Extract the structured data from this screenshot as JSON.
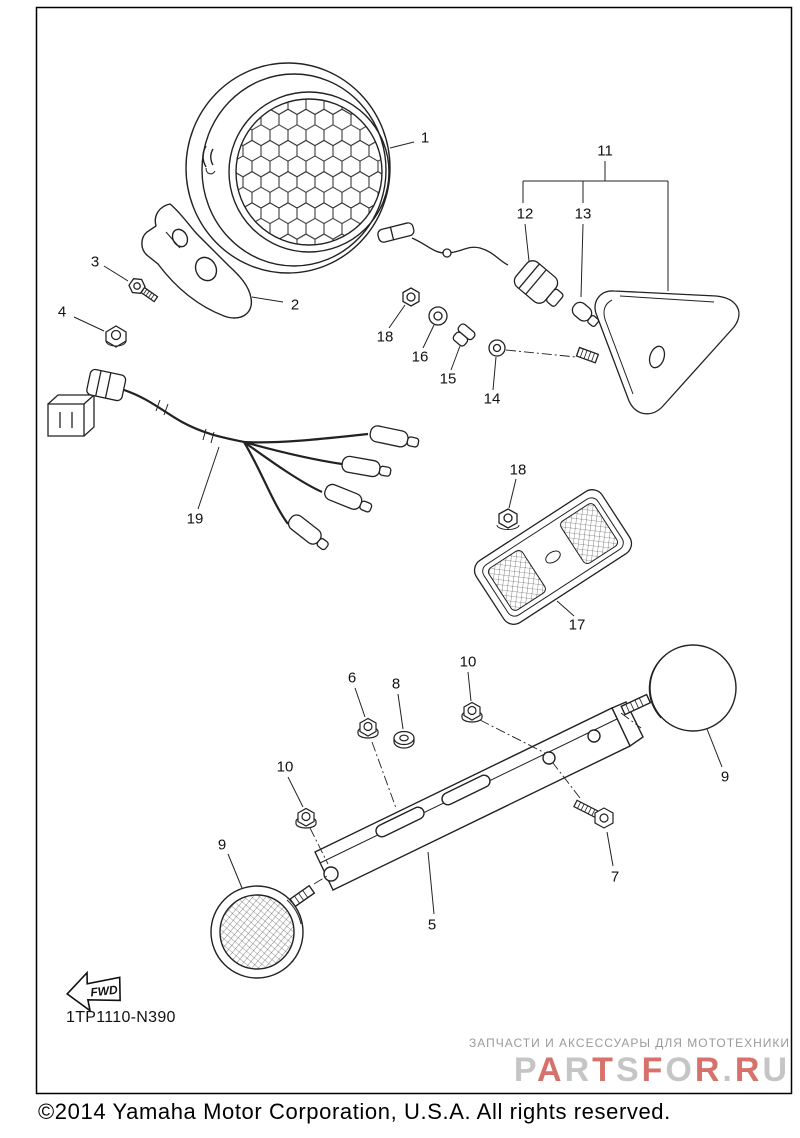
{
  "diagram": {
    "part_code": "1TP1110-N390",
    "fwd_label": "FWD",
    "callouts": {
      "n1": "1",
      "n2": "2",
      "n3": "3",
      "n4": "4",
      "n5": "5",
      "n6": "6",
      "n7": "7",
      "n8": "8",
      "n9a": "9",
      "n9b": "9",
      "n10a": "10",
      "n10b": "10",
      "n11": "11",
      "n12": "12",
      "n13": "13",
      "n14": "14",
      "n15": "15",
      "n16": "16",
      "n17": "17",
      "n18a": "18",
      "n18b": "18",
      "n19": "19"
    }
  },
  "watermark": {
    "tagline": "ЗАПЧАСТИ И АКСЕССУАРЫ ДЛЯ МОТОТЕХНИКИ",
    "logo_letters": [
      {
        "ch": "P",
        "color": "#bcbcbc"
      },
      {
        "ch": "A",
        "color": "#cf5a52"
      },
      {
        "ch": "R",
        "color": "#bcbcbc"
      },
      {
        "ch": "T",
        "color": "#cf5a52"
      },
      {
        "ch": "S",
        "color": "#bcbcbc"
      },
      {
        "ch": "F",
        "color": "#cf5a52"
      },
      {
        "ch": "O",
        "color": "#bcbcbc"
      },
      {
        "ch": "R",
        "color": "#cf5a52"
      },
      {
        "ch": ".",
        "color": "#bcbcbc"
      },
      {
        "ch": "R",
        "color": "#cf5a52"
      },
      {
        "ch": "U",
        "color": "#bcbcbc"
      }
    ]
  },
  "footer": {
    "copyright": "©2014 Yamaha Motor Corporation, U.S.A. All rights reserved."
  }
}
